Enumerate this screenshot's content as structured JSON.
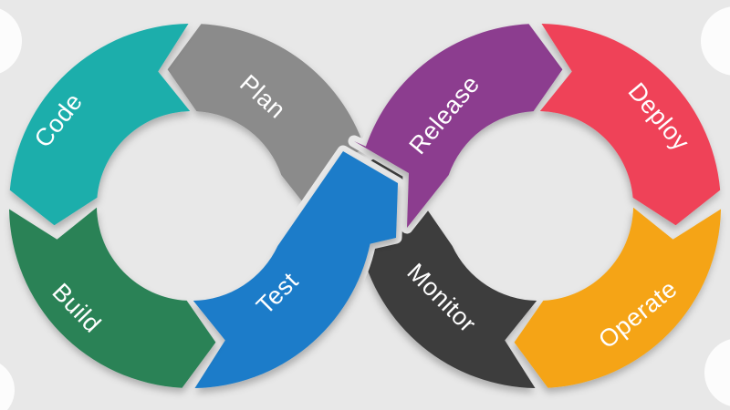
{
  "diagram": {
    "type": "devops-infinity-loop",
    "background_color": "#E8E8E8",
    "decor_circle_color": "#FCFCFC",
    "label_color": "#FFFFFF",
    "flow_order": [
      "Plan",
      "Code",
      "Build",
      "Test",
      "Release",
      "Deploy",
      "Operate",
      "Monitor"
    ],
    "segments": [
      {
        "id": "plan",
        "label": "Plan",
        "color": "#8B8B8B",
        "loop": "left",
        "position": "top"
      },
      {
        "id": "code",
        "label": "Code",
        "color": "#1BAEAB",
        "loop": "left",
        "position": "upper-left"
      },
      {
        "id": "build",
        "label": "Build",
        "color": "#2B8256",
        "loop": "left",
        "position": "lower-left"
      },
      {
        "id": "test",
        "label": "Test",
        "color": "#1B7CC9",
        "loop": "left",
        "position": "bottom-center"
      },
      {
        "id": "release",
        "label": "Release",
        "color": "#8C3C8F",
        "loop": "right",
        "position": "top-center"
      },
      {
        "id": "deploy",
        "label": "Deploy",
        "color": "#EF4358",
        "loop": "right",
        "position": "upper-right"
      },
      {
        "id": "operate",
        "label": "Operate",
        "color": "#F5A412",
        "loop": "right",
        "position": "lower-right"
      },
      {
        "id": "monitor",
        "label": "Monitor",
        "color": "#3E3E3E",
        "loop": "right",
        "position": "bottom-center"
      }
    ]
  }
}
